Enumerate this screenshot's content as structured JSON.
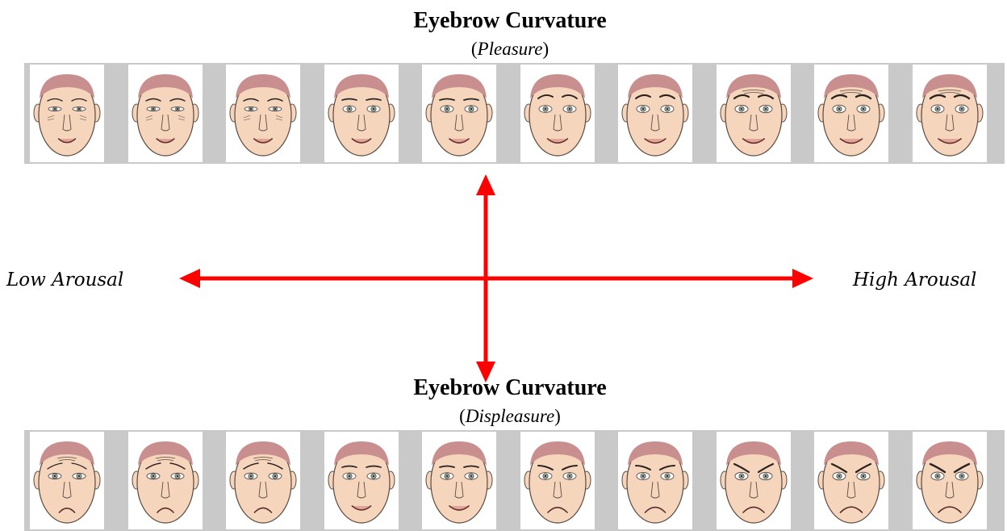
{
  "top": {
    "title": "Eyebrow Curvature",
    "subtitle_open": "(",
    "subtitle_word": "Pleasure",
    "subtitle_close": ")"
  },
  "bottom": {
    "title": "Eyebrow Curvature",
    "subtitle_open": "(",
    "subtitle_word": "Displeasure",
    "subtitle_close": ")"
  },
  "axis": {
    "left_label": "Low Arousal",
    "right_label": "High Arousal",
    "arrow_color": "#ff0000"
  },
  "face_colors": {
    "skin": "#f6d5bd",
    "hair": "#c98f8f",
    "outline": "#5a4a40",
    "iris": "#9aa79a"
  },
  "top_faces": [
    {
      "brow": "relaxed",
      "arousal": 1
    },
    {
      "brow": "relaxed",
      "arousal": 2
    },
    {
      "brow": "relaxed",
      "arousal": 3
    },
    {
      "brow": "neutral",
      "arousal": 4
    },
    {
      "brow": "neutral",
      "arousal": 5
    },
    {
      "brow": "raised",
      "arousal": 6
    },
    {
      "brow": "raised",
      "arousal": 7
    },
    {
      "brow": "raised",
      "arousal": 8
    },
    {
      "brow": "raised",
      "arousal": 9
    },
    {
      "brow": "raised",
      "arousal": 10
    }
  ],
  "bottom_faces": [
    {
      "brow": "worried",
      "arousal": 1
    },
    {
      "brow": "worried",
      "arousal": 2
    },
    {
      "brow": "worried",
      "arousal": 3
    },
    {
      "brow": "neutral",
      "arousal": 4
    },
    {
      "brow": "neutral",
      "arousal": 5
    },
    {
      "brow": "lowered",
      "arousal": 6
    },
    {
      "brow": "lowered",
      "arousal": 7
    },
    {
      "brow": "angry",
      "arousal": 8
    },
    {
      "brow": "angry",
      "arousal": 9
    },
    {
      "brow": "angry",
      "arousal": 10
    }
  ]
}
